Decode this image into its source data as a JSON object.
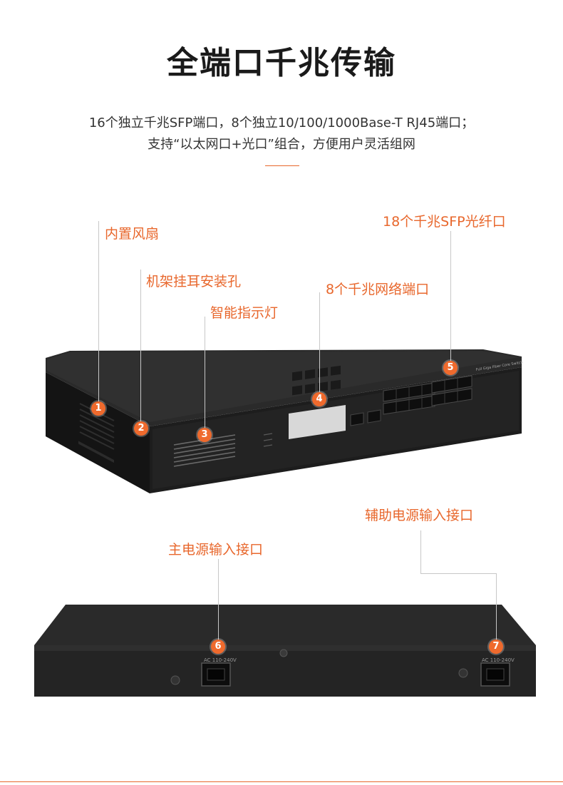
{
  "heading": {
    "title": "全端口千兆传输",
    "subtitle_line1": "16个独立千兆SFP端口，8个独立10/100/1000Base-T RJ45端口；",
    "subtitle_line2": "支持“以太网口+光口”组合，方便用户灵活组网"
  },
  "callouts": [
    {
      "number": "1",
      "label": "内置风扇"
    },
    {
      "number": "2",
      "label": "机架挂耳安装孔"
    },
    {
      "number": "3",
      "label": "智能指示灯"
    },
    {
      "number": "4",
      "label": "8个千兆网络端口"
    },
    {
      "number": "5",
      "label": "18个千兆SFP光纤口"
    },
    {
      "number": "6",
      "label": "主电源输入接口"
    },
    {
      "number": "7",
      "label": "辅助电源输入接口"
    }
  ],
  "device": {
    "front_panel_text": "Full Giga Fiber Core Switch",
    "power_rating": "AC 110-240V"
  },
  "colors": {
    "accent": "#e8672c",
    "badge": "#ef6a2d",
    "chassis": "#1c1c1c"
  }
}
